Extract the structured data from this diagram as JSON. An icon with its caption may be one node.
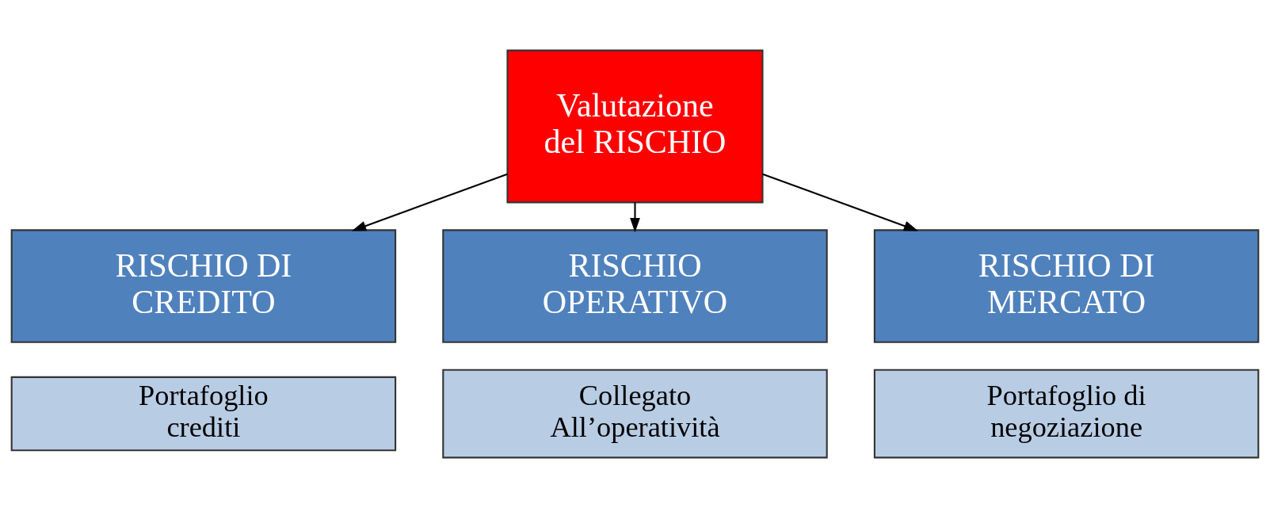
{
  "diagram": {
    "nodes": [
      {
        "text": [
          "Valutazione del RISCHIO"
        ]
      },
      {
        "text": [
          "RISCHIO DI CREDITO"
        ]
      },
      {
        "text": [
          "Portafoglio crediti"
        ]
      },
      {
        "text": [
          "RISCHIO DI MERCATO"
        ]
      },
      {
        "text": [
          "Portafoglio di negoziazione"
        ]
      },
      {
        "text": [
          "RISCHIO OPERATIVO"
        ]
      },
      {
        "text": [
          "Collegato All’operatività"
        ]
      }
    ],
    "edges": [
      {
        "from": 0,
        "to": 1,
        "arrow": "to"
      },
      {
        "from": 0,
        "to": 3,
        "arrow": "to"
      },
      {
        "from": 0,
        "to": 5,
        "arrow": "to"
      }
    ]
  }
}
